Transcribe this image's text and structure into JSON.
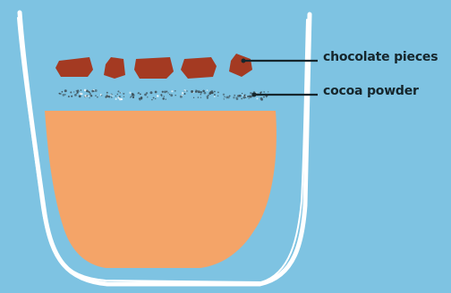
{
  "labels": {
    "chocolate_pieces": "chocolate pieces",
    "cocoa_powder": "cocoa powder"
  },
  "colors": {
    "background": "#7ec3e2",
    "glass_outline": "#ffffff",
    "liquid": "#f4a468",
    "chocolate": "#a43a22",
    "cocoa_powder": "#3e5059",
    "leader_line": "#16262c",
    "label_text": "#16262c"
  },
  "counts": {
    "chocolate_pieces": 5
  }
}
